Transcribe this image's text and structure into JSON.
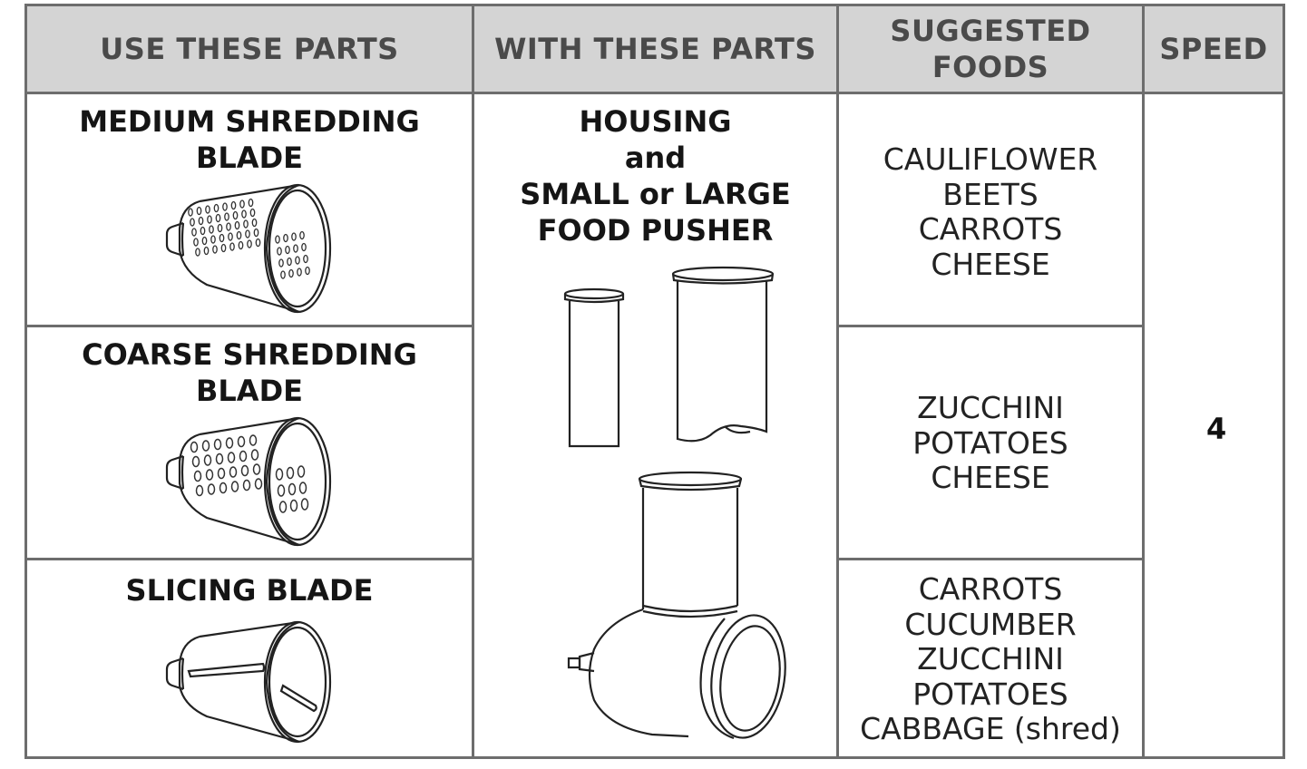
{
  "headers": {
    "use": "USE THESE PARTS",
    "with": "WITH THESE PARTS",
    "suggested_line1": "SUGGESTED",
    "suggested_line2": "FOODS",
    "speed": "SPEED"
  },
  "parts": [
    {
      "line1": "MEDIUM SHREDDING",
      "line2": "BLADE",
      "icon": "medium-shredding-blade-icon"
    },
    {
      "line1": "COARSE SHREDDING",
      "line2": "BLADE",
      "icon": "coarse-shredding-blade-icon"
    },
    {
      "line1": "SLICING BLADE",
      "icon": "slicing-blade-icon"
    }
  ],
  "with_parts": {
    "line1": "HOUSING",
    "line2": "and",
    "line3": "SMALL or LARGE",
    "line4": "FOOD PUSHER",
    "icons": [
      "small-food-pusher-icon",
      "large-food-pusher-icon",
      "housing-icon"
    ]
  },
  "foods": [
    [
      "CAULIFLOWER",
      "BEETS",
      "CARROTS",
      "CHEESE"
    ],
    [
      "ZUCCHINI",
      "POTATOES",
      "CHEESE"
    ],
    [
      "CARROTS",
      "CUCUMBER",
      "ZUCCHINI",
      "POTATOES",
      "CABBAGE (shred)"
    ]
  ],
  "speed": "4"
}
